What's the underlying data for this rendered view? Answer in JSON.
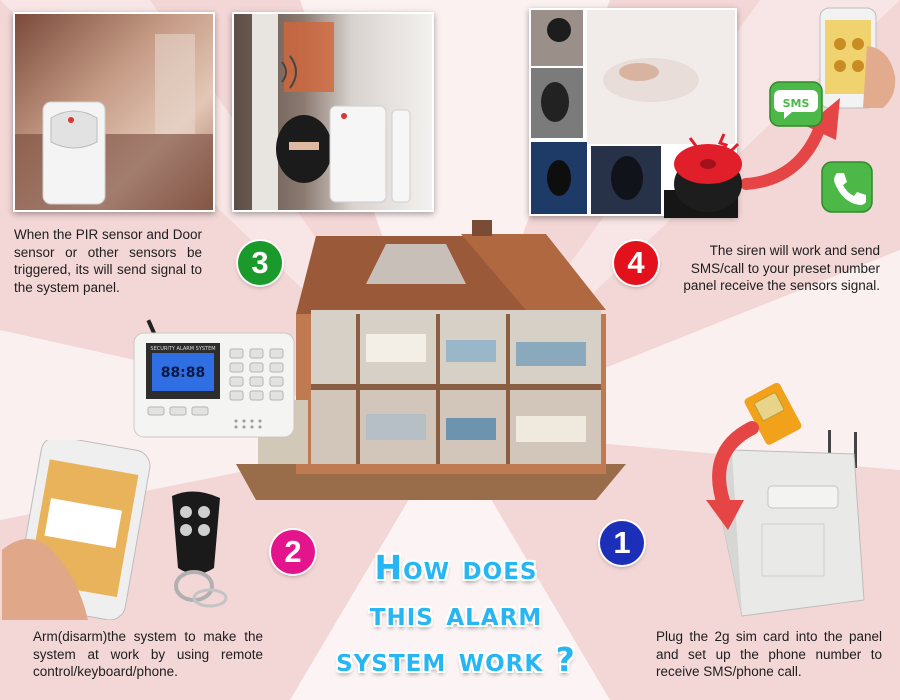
{
  "title": {
    "line1": "How does",
    "line2": "this alarm",
    "line3": "system work ?"
  },
  "steps": [
    {
      "number": "1",
      "color": "#1b2fb8",
      "text": "Plug the 2g sim card into the panel and set up the phone number to receive SMS/phone call."
    },
    {
      "number": "2",
      "color": "#e4148c",
      "text": "Arm(disarm)the system to make the system at work by using remote control/keyboard/phone."
    },
    {
      "number": "3",
      "color": "#1a9a2a",
      "text": "When the PIR sensor and Door sensor or other sensors be triggered, its will send signal to the system panel."
    },
    {
      "number": "4",
      "color": "#e2111b",
      "text": "The siren will work and send SMS/call to your preset number panel receive the sensors signal."
    }
  ],
  "panel": {
    "brand_label": "SECURITY ALARM SYSTEM",
    "display_value": "88:88"
  },
  "icons": {
    "sms_label": "SMS"
  },
  "colors": {
    "title_blue": "#28b6f2",
    "background_pink": "#f6e3e3",
    "sms_green": "#4cb848"
  }
}
